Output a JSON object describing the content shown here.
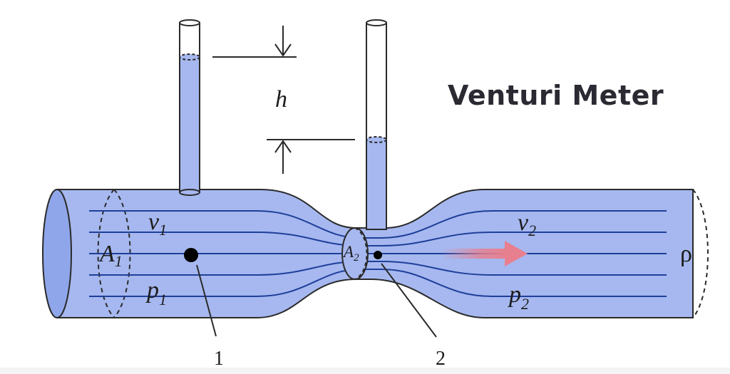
{
  "title": "Venturi Meter",
  "labels": {
    "height": "h",
    "area1": "A",
    "area1_sub": "1",
    "area2": "A",
    "area2_sub": "2",
    "velocity1": "v",
    "velocity1_sub": "1",
    "velocity2": "v",
    "velocity2_sub": "2",
    "pressure1": "p",
    "pressure1_sub": "1",
    "pressure2": "p",
    "pressure2_sub": "2",
    "density": "ρ",
    "point1": "1",
    "point2": "2"
  },
  "colors": {
    "fluid": "#9fb3ee",
    "fluid_dark": "#7f97e3",
    "streamline": "#1f3f9a",
    "outline": "#2a2a2a",
    "flow_arrow": "#e87f8e"
  }
}
